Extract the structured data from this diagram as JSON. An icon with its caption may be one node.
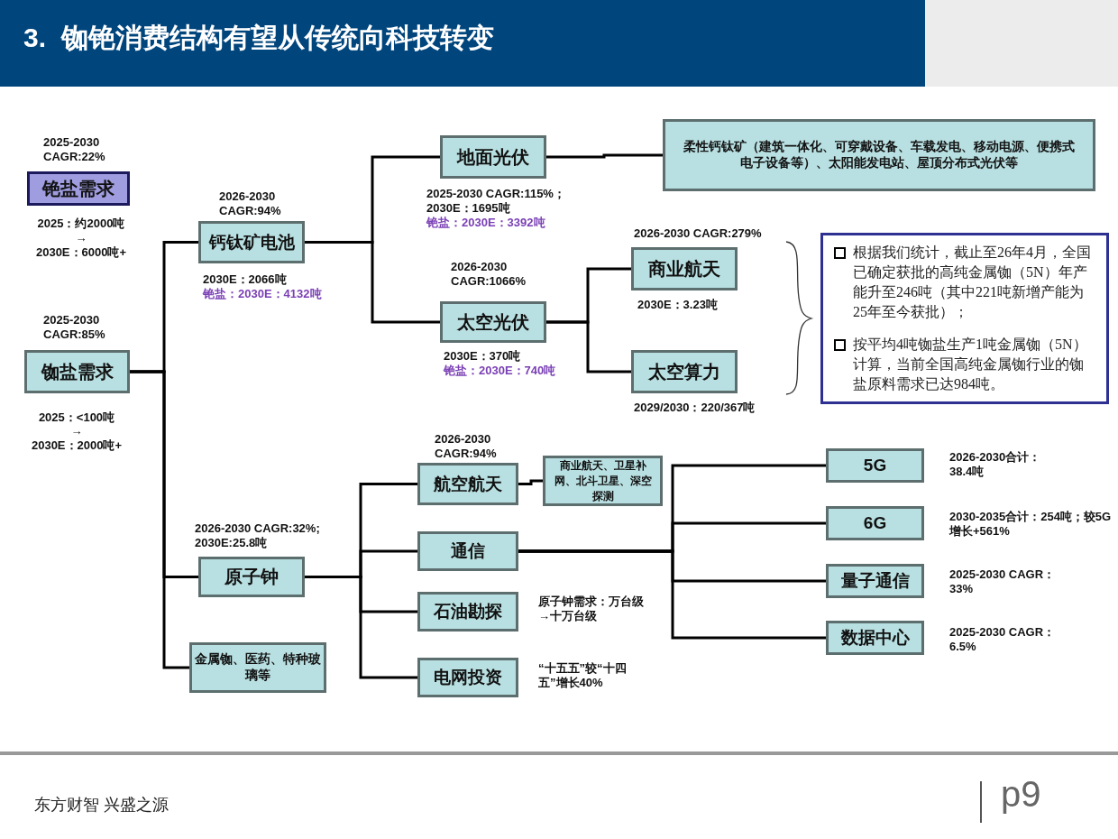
{
  "diagram": {
    "title": "3.  铷铯消费结构有望从传统向科技转变",
    "nodes": [
      {
        "text": [
          "铯盐需求"
        ],
        "beside": [
          "2025-2030 CAGR:22%",
          "2025：约2000吨",
          "→",
          "2030E：6000吨+"
        ]
      },
      {
        "text": [
          "铷盐需求"
        ],
        "beside": [
          "2025-2030 CAGR:85%",
          "2025：<100吨",
          "→",
          "2030E：2000吨+"
        ]
      },
      {
        "text": [
          "钙钛矿电池"
        ],
        "beside": [
          "2026-2030 CAGR:94%",
          "2030E：2066吨",
          "铯盐：2030E：4132吨"
        ]
      },
      {
        "text": [
          "原子钟"
        ],
        "beside": [
          "2026-2030 CAGR:32%; 2030E:25.8吨"
        ]
      },
      {
        "text": [
          "金属铷、医药、特种玻璃等"
        ]
      },
      {
        "text": [
          "地面光伏"
        ],
        "beside": [
          "2025-2030 CAGR:115%；",
          "2030E：1695吨",
          "铯盐：2030E：3392吨"
        ]
      },
      {
        "text": [
          "太空光伏"
        ],
        "beside": [
          "2026-2030 CAGR:1066%",
          "2030E：370吨",
          "铯盐：2030E：740吨"
        ]
      },
      {
        "text": [
          "柔性钙钛矿（建筑一体化、可穿戴设备、车载发电、移动电源、便携式电子设备等）、太阳能发电站、屋顶分布式光伏等"
        ]
      },
      {
        "text": [
          "商业航天"
        ],
        "beside": [
          "2026-2030 CAGR:279%",
          "2030E：3.23吨"
        ]
      },
      {
        "text": [
          "太空算力"
        ],
        "beside": [
          "2029/2030：220/367吨"
        ]
      },
      {
        "text": [
          "航空航天"
        ],
        "beside": [
          "2026-2030 CAGR:94%"
        ]
      },
      {
        "text": [
          "通信"
        ]
      },
      {
        "text": [
          "石油勘探"
        ],
        "beside": [
          "原子钟需求：万台级 →十万台级"
        ]
      },
      {
        "text": [
          "电网投资"
        ],
        "beside": [
          "“十五五”较“十四五”增长40%"
        ]
      },
      {
        "text": [
          "商业航天、卫星补网、北斗卫星、深空探测"
        ]
      },
      {
        "text": [
          "5G"
        ],
        "beside": [
          "2026-2030合计：38.4吨"
        ]
      },
      {
        "text": [
          "6G"
        ],
        "beside": [
          "2030-2035合计：254吨；较5G增长+561%"
        ]
      },
      {
        "text": [
          "量子通信"
        ],
        "beside": [
          "2025-2030 CAGR：33%"
        ]
      },
      {
        "text": [
          "数据中心"
        ],
        "beside": [
          "2025-2030 CAGR：6.5%"
        ]
      },
      {
        "text": [
          "根据我们统计，截止至26年4月，全国已确定获批的高纯金属铷（5N）年产能升至246吨（其中221吨新增产能为25年至今获批）；",
          "按平均4吨铷盐生产1吨金属铷（5N）计算，当前全国高纯金属铷行业的铷盐原料需求已达984吨。"
        ]
      }
    ],
    "edges": [
      {
        "from": 1,
        "to": 2,
        "arrow": "none"
      },
      {
        "from": 1,
        "to": 3,
        "arrow": "none"
      },
      {
        "from": 1,
        "to": 4,
        "arrow": "none"
      },
      {
        "from": 2,
        "to": 5,
        "arrow": "none"
      },
      {
        "from": 2,
        "to": 6,
        "arrow": "none"
      },
      {
        "from": 5,
        "to": 7,
        "arrow": "none"
      },
      {
        "from": 6,
        "to": 8,
        "arrow": "none"
      },
      {
        "from": 6,
        "to": 9,
        "arrow": "none"
      },
      {
        "from": 3,
        "to": 10,
        "arrow": "none"
      },
      {
        "from": 3,
        "to": 11,
        "arrow": "none"
      },
      {
        "from": 3,
        "to": 12,
        "arrow": "none"
      },
      {
        "from": 3,
        "to": 13,
        "arrow": "none"
      },
      {
        "from": 10,
        "to": 14,
        "arrow": "none"
      },
      {
        "from": 11,
        "to": 15,
        "arrow": "none"
      },
      {
        "from": 11,
        "to": 16,
        "arrow": "none"
      },
      {
        "from": 11,
        "to": 17,
        "arrow": "none"
      },
      {
        "from": 11,
        "to": 18,
        "arrow": "none"
      }
    ],
    "labels": [
      "东方财智 兴盛之源",
      "p9"
    ]
  }
}
